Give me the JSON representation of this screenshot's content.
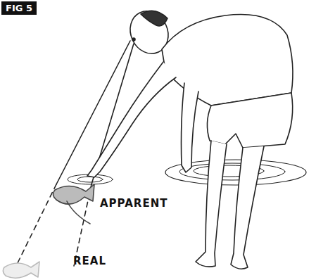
{
  "diagram": {
    "labels": [
      "FIG 5",
      "APPARENT",
      "REAL"
    ]
  }
}
